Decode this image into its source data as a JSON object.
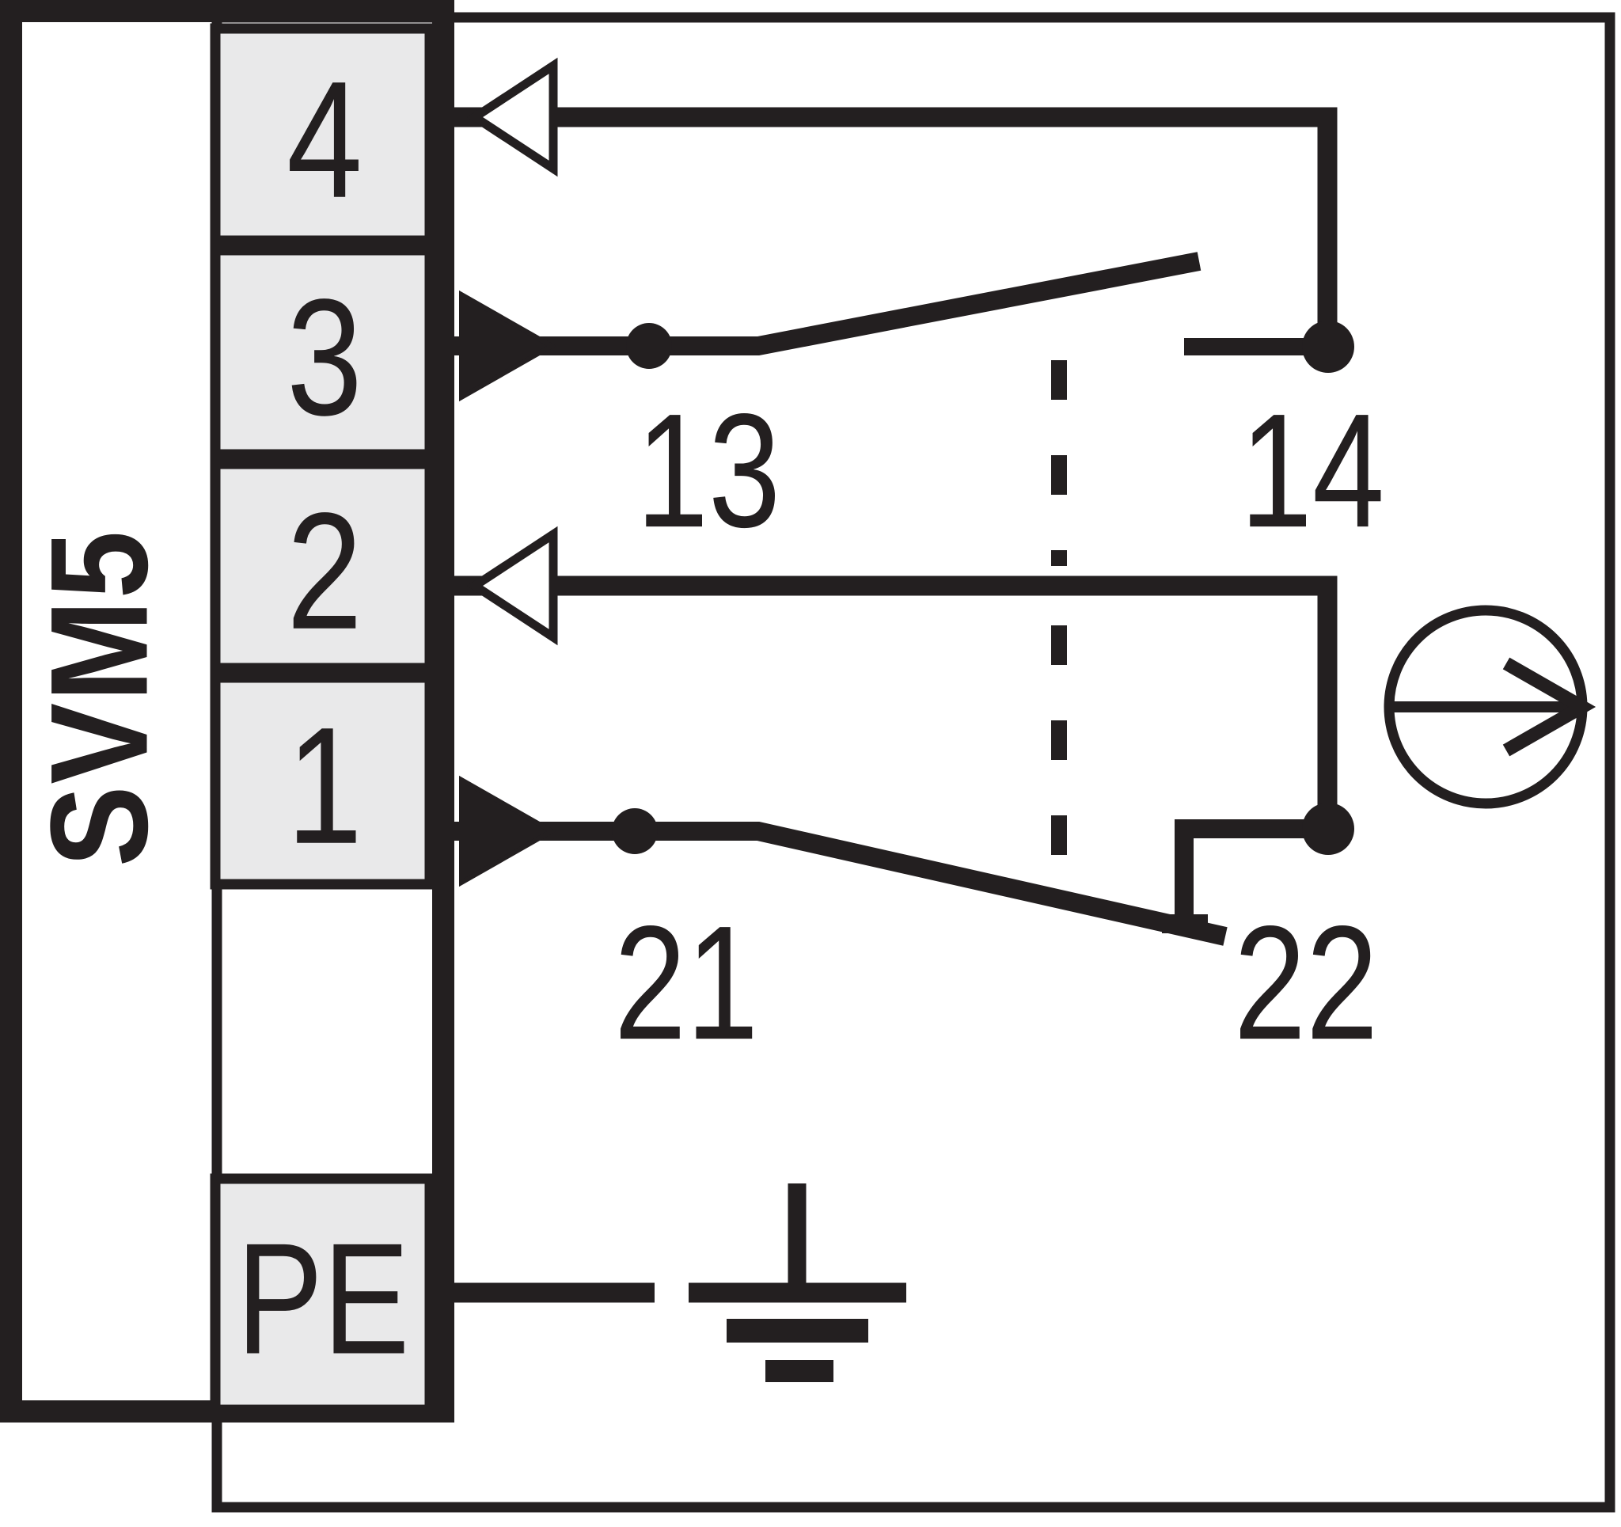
{
  "device": {
    "label": "SVM5",
    "type_note": "safety position switch wiring diagram"
  },
  "terminals": {
    "t4": "4",
    "t3": "3",
    "t2": "2",
    "t1": "1",
    "pe": "PE"
  },
  "contacts": {
    "no_moving": "13",
    "no_fixed": "14",
    "nc_moving": "21",
    "nc_fixed": "22"
  },
  "symbols": {
    "actuator": "actuation-direction-icon",
    "ground": "earth-ground-icon",
    "input_arrow": "filled-triangle-input-arrow",
    "output_arrow": "open-triangle-output-arrow",
    "mechanical_link": "dashed-mechanical-link"
  },
  "colors": {
    "line": "#231f20",
    "terminal_fill": "#e9e9ea",
    "background": "#ffffff"
  }
}
